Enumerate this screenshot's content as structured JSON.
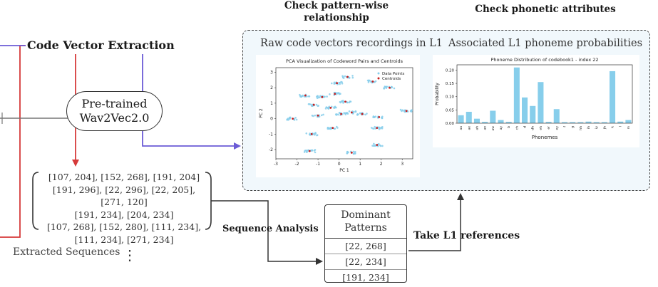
{
  "labels": {
    "code_vector_extraction": "Code Vector Extraction",
    "pretrained_line1": "Pre-trained",
    "pretrained_line2": "Wav2Vec2.0",
    "extracted_sequences": "Extracted Sequences",
    "ellipsis": "⋮",
    "sequence_analysis": "Sequence Analysis",
    "take_l1_references": "Take L1 references",
    "check_pattern_line1": "Check pattern-wise",
    "check_pattern_line2": "relationship",
    "check_phonetic": "Check phonetic attributes",
    "raw_code_vectors": "Raw code vectors recordings in L1",
    "associated_probabilities": "Associated L1 phoneme probabilities"
  },
  "sequences": [
    "[107, 204], [152, 268], [191, 204]",
    "[191, 296], [22, 296], [22, 205], [271, 120]",
    "[191, 234], [204, 234]",
    "[107, 268], [152, 280], [111, 234],",
    "[111, 234], [271, 234]"
  ],
  "dominant_patterns": {
    "title_line1": "Dominant",
    "title_line2": "Patterns",
    "items": [
      "[22, 268]",
      "[22, 234]",
      "[191, 234]"
    ]
  },
  "colors": {
    "red_wire": "#d63a3a",
    "blue_wire": "#6b5bd6",
    "gray_wire": "#777777",
    "dark_wire": "#333333",
    "bar": "#87ceeb",
    "point": "#87ceeb",
    "centroid": "#c81e1e"
  },
  "chart_data": [
    {
      "type": "scatter",
      "title": "PCA Visualization of Codeword Pairs  and Centroids",
      "xlabel": "PC 1",
      "ylabel": "PC 2",
      "xlim": [
        -3,
        3.5
      ],
      "ylim": [
        -2.6,
        3.3
      ],
      "xticks": [
        -3,
        -2,
        -1,
        0,
        1,
        2,
        3
      ],
      "yticks": [
        -2,
        -1,
        0,
        1,
        2,
        3
      ],
      "legend": [
        "Data Points",
        "Centroids"
      ],
      "legend_position": "upper-right",
      "clusters": [
        {
          "x": 0.4,
          "y": 2.7
        },
        {
          "x": 1.6,
          "y": 2.4
        },
        {
          "x": -0.1,
          "y": 2.3
        },
        {
          "x": 2.4,
          "y": 2.0
        },
        {
          "x": -1.6,
          "y": 1.5
        },
        {
          "x": -0.8,
          "y": 1.4
        },
        {
          "x": -0.2,
          "y": 1.6
        },
        {
          "x": 0.3,
          "y": 1.1
        },
        {
          "x": -1.2,
          "y": 0.9
        },
        {
          "x": -0.4,
          "y": 0.7
        },
        {
          "x": 0.1,
          "y": 0.3
        },
        {
          "x": -1.0,
          "y": 0.2
        },
        {
          "x": 0.6,
          "y": 0.4
        },
        {
          "x": 1.1,
          "y": 0.3
        },
        {
          "x": 1.9,
          "y": 0.1
        },
        {
          "x": 3.2,
          "y": 0.5
        },
        {
          "x": -2.2,
          "y": 0.0
        },
        {
          "x": 1.8,
          "y": -0.6
        },
        {
          "x": -1.3,
          "y": -1.0
        },
        {
          "x": -0.3,
          "y": -0.6
        },
        {
          "x": -1.4,
          "y": -2.1
        },
        {
          "x": 0.6,
          "y": -2.2
        },
        {
          "x": 1.8,
          "y": -1.7
        }
      ]
    },
    {
      "type": "bar",
      "title": "Phoneme Distribution of codebook1 - index 22",
      "xlabel": "Phonemes",
      "ylabel": "Probability",
      "ylim": [
        0,
        0.22
      ],
      "yticks": [
        0.0,
        0.05,
        0.1,
        0.15,
        0.2
      ],
      "categories": [
        "aa",
        "ae",
        "ah",
        "ao",
        "aw",
        "ay",
        "b",
        "ch",
        "d",
        "dh",
        "eh",
        "er",
        "ey",
        "f",
        "g",
        "hh",
        "ih",
        "iy",
        "jh",
        "k",
        "l",
        "m"
      ],
      "values": [
        0.03,
        0.043,
        0.017,
        0.005,
        0.047,
        0.012,
        0.005,
        0.21,
        0.097,
        0.065,
        0.155,
        0.005,
        0.053,
        0.004,
        0.004,
        0.004,
        0.006,
        0.004,
        0.004,
        0.196,
        0.006,
        0.012
      ]
    }
  ]
}
